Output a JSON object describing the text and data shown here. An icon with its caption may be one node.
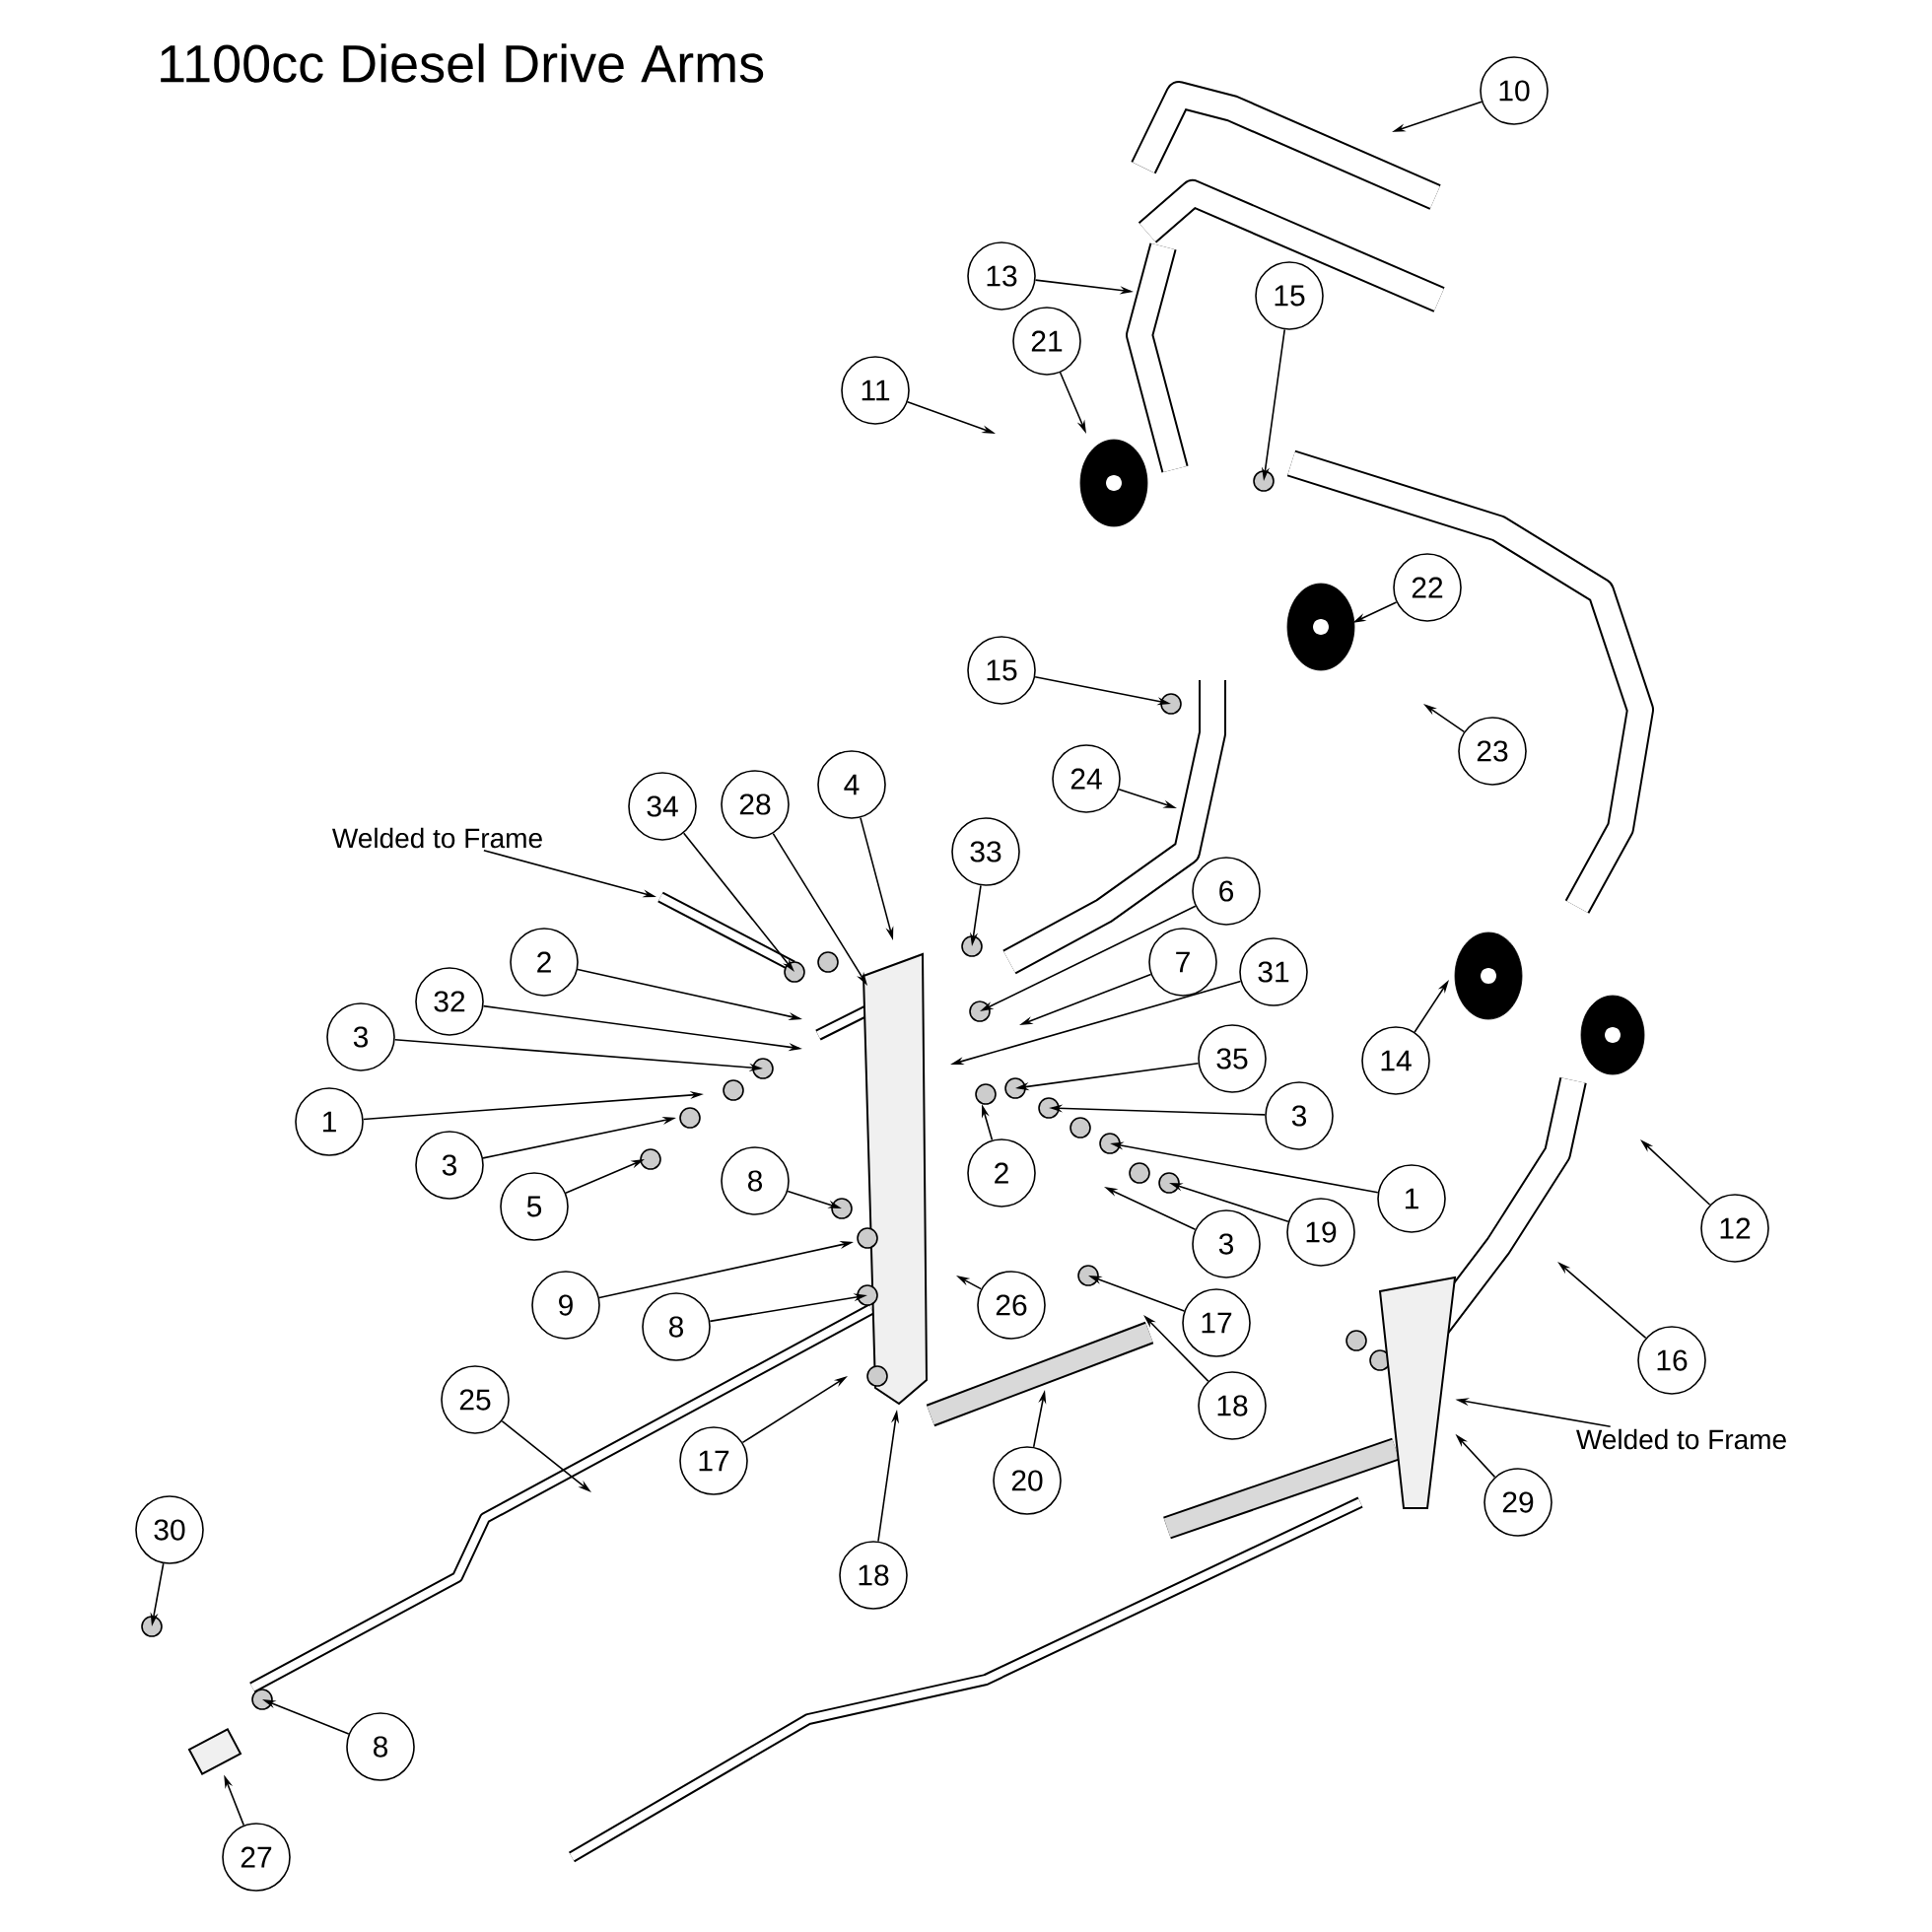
{
  "diagram": {
    "title": "1100cc Diesel Drive Arms",
    "nodes": [
      {
        "text": [
          "10"
        ]
      },
      {
        "text": [
          "13"
        ]
      },
      {
        "text": [
          "15"
        ]
      },
      {
        "text": [
          "21"
        ]
      },
      {
        "text": [
          "11"
        ]
      },
      {
        "text": [
          "22"
        ]
      },
      {
        "text": [
          "15"
        ]
      },
      {
        "text": [
          "23"
        ]
      },
      {
        "text": [
          "24"
        ]
      },
      {
        "text": [
          "34"
        ]
      },
      {
        "text": [
          "28"
        ]
      },
      {
        "text": [
          "4"
        ]
      },
      {
        "text": [
          "33"
        ]
      },
      {
        "text": [
          "Welded to Frame"
        ]
      },
      {
        "text": [
          "6"
        ]
      },
      {
        "text": [
          "2"
        ]
      },
      {
        "text": [
          "7"
        ]
      },
      {
        "text": [
          "31"
        ]
      },
      {
        "text": [
          "32"
        ]
      },
      {
        "text": [
          "3"
        ]
      },
      {
        "text": [
          "35"
        ]
      },
      {
        "text": [
          "14"
        ]
      },
      {
        "text": [
          "1"
        ]
      },
      {
        "text": [
          "3"
        ]
      },
      {
        "text": [
          "3"
        ]
      },
      {
        "text": [
          "2"
        ]
      },
      {
        "text": [
          "5"
        ]
      },
      {
        "text": [
          "8"
        ]
      },
      {
        "text": [
          "1"
        ]
      },
      {
        "text": [
          "19"
        ]
      },
      {
        "text": [
          "12"
        ]
      },
      {
        "text": [
          "3"
        ]
      },
      {
        "text": [
          "9"
        ]
      },
      {
        "text": [
          "26"
        ]
      },
      {
        "text": [
          "8"
        ]
      },
      {
        "text": [
          "17"
        ]
      },
      {
        "text": [
          "16"
        ]
      },
      {
        "text": [
          "25"
        ]
      },
      {
        "text": [
          "18"
        ]
      },
      {
        "text": [
          "Welded to Frame"
        ]
      },
      {
        "text": [
          "17"
        ]
      },
      {
        "text": [
          "20"
        ]
      },
      {
        "text": [
          "29"
        ]
      },
      {
        "text": [
          "30"
        ]
      },
      {
        "text": [
          "18"
        ]
      },
      {
        "text": [
          "8"
        ]
      },
      {
        "text": [
          "27"
        ]
      },
      {
        "text": [],
        "shape": "bar"
      },
      {
        "text": [],
        "shape": "box"
      }
    ],
    "edges": [
      {
        "from": 0,
        "to": null,
        "arrow": "to"
      },
      {
        "from": 1,
        "to": null,
        "arrow": "to"
      },
      {
        "from": 2,
        "to": null,
        "arrow": "to"
      },
      {
        "from": 3,
        "to": null,
        "arrow": "to"
      },
      {
        "from": 4,
        "to": null,
        "arrow": "to"
      },
      {
        "from": 5,
        "to": null,
        "arrow": "to"
      },
      {
        "from": 6,
        "to": null,
        "arrow": "to"
      },
      {
        "from": 7,
        "to": null,
        "arrow": "to"
      },
      {
        "from": 8,
        "to": null,
        "arrow": "to"
      },
      {
        "from": 9,
        "to": null,
        "arrow": "to"
      },
      {
        "from": 10,
        "to": null,
        "arrow": "to"
      },
      {
        "from": 11,
        "to": null,
        "arrow": "to"
      },
      {
        "from": 12,
        "to": null,
        "arrow": "to"
      },
      {
        "from": 13,
        "to": null,
        "arrow": "to"
      },
      {
        "from": 14,
        "to": null,
        "arrow": "to"
      },
      {
        "from": 15,
        "to": null,
        "arrow": "to"
      },
      {
        "from": 16,
        "to": null,
        "arrow": "to"
      },
      {
        "from": 17,
        "to": null,
        "arrow": "to"
      },
      {
        "from": 18,
        "to": null,
        "arrow": "to"
      },
      {
        "from": 19,
        "to": null,
        "arrow": "to"
      },
      {
        "from": 20,
        "to": null,
        "arrow": "to"
      },
      {
        "from": 21,
        "to": null,
        "arrow": "to"
      },
      {
        "from": 22,
        "to": null,
        "arrow": "to"
      },
      {
        "from": 23,
        "to": null,
        "arrow": "to"
      },
      {
        "from": 24,
        "to": null,
        "arrow": "to"
      },
      {
        "from": 25,
        "to": null,
        "arrow": "to"
      },
      {
        "from": 26,
        "to": null,
        "arrow": "to"
      },
      {
        "from": 27,
        "to": null,
        "arrow": "to"
      },
      {
        "from": 28,
        "to": null,
        "arrow": "to"
      },
      {
        "from": 29,
        "to": null,
        "arrow": "to"
      },
      {
        "from": 30,
        "to": null,
        "arrow": "to"
      },
      {
        "from": 31,
        "to": null,
        "arrow": "to"
      },
      {
        "from": 32,
        "to": null,
        "arrow": "to"
      },
      {
        "from": 33,
        "to": null,
        "arrow": "to"
      },
      {
        "from": 34,
        "to": null,
        "arrow": "to"
      },
      {
        "from": 35,
        "to": null,
        "arrow": "to"
      },
      {
        "from": 36,
        "to": null,
        "arrow": "to"
      },
      {
        "from": 37,
        "to": null,
        "arrow": "to"
      },
      {
        "from": 38,
        "to": null,
        "arrow": "to"
      },
      {
        "from": 39,
        "to": 47,
        "arrow": "to"
      },
      {
        "from": 40,
        "to": null,
        "arrow": "to"
      },
      {
        "from": 41,
        "to": null,
        "arrow": "to"
      },
      {
        "from": 42,
        "to": 47,
        "arrow": "to"
      },
      {
        "from": 43,
        "to": null,
        "arrow": "to"
      },
      {
        "from": 44,
        "to": null,
        "arrow": "to"
      },
      {
        "from": 45,
        "to": null,
        "arrow": "to"
      },
      {
        "from": 46,
        "to": 48,
        "arrow": "to"
      }
    ]
  }
}
